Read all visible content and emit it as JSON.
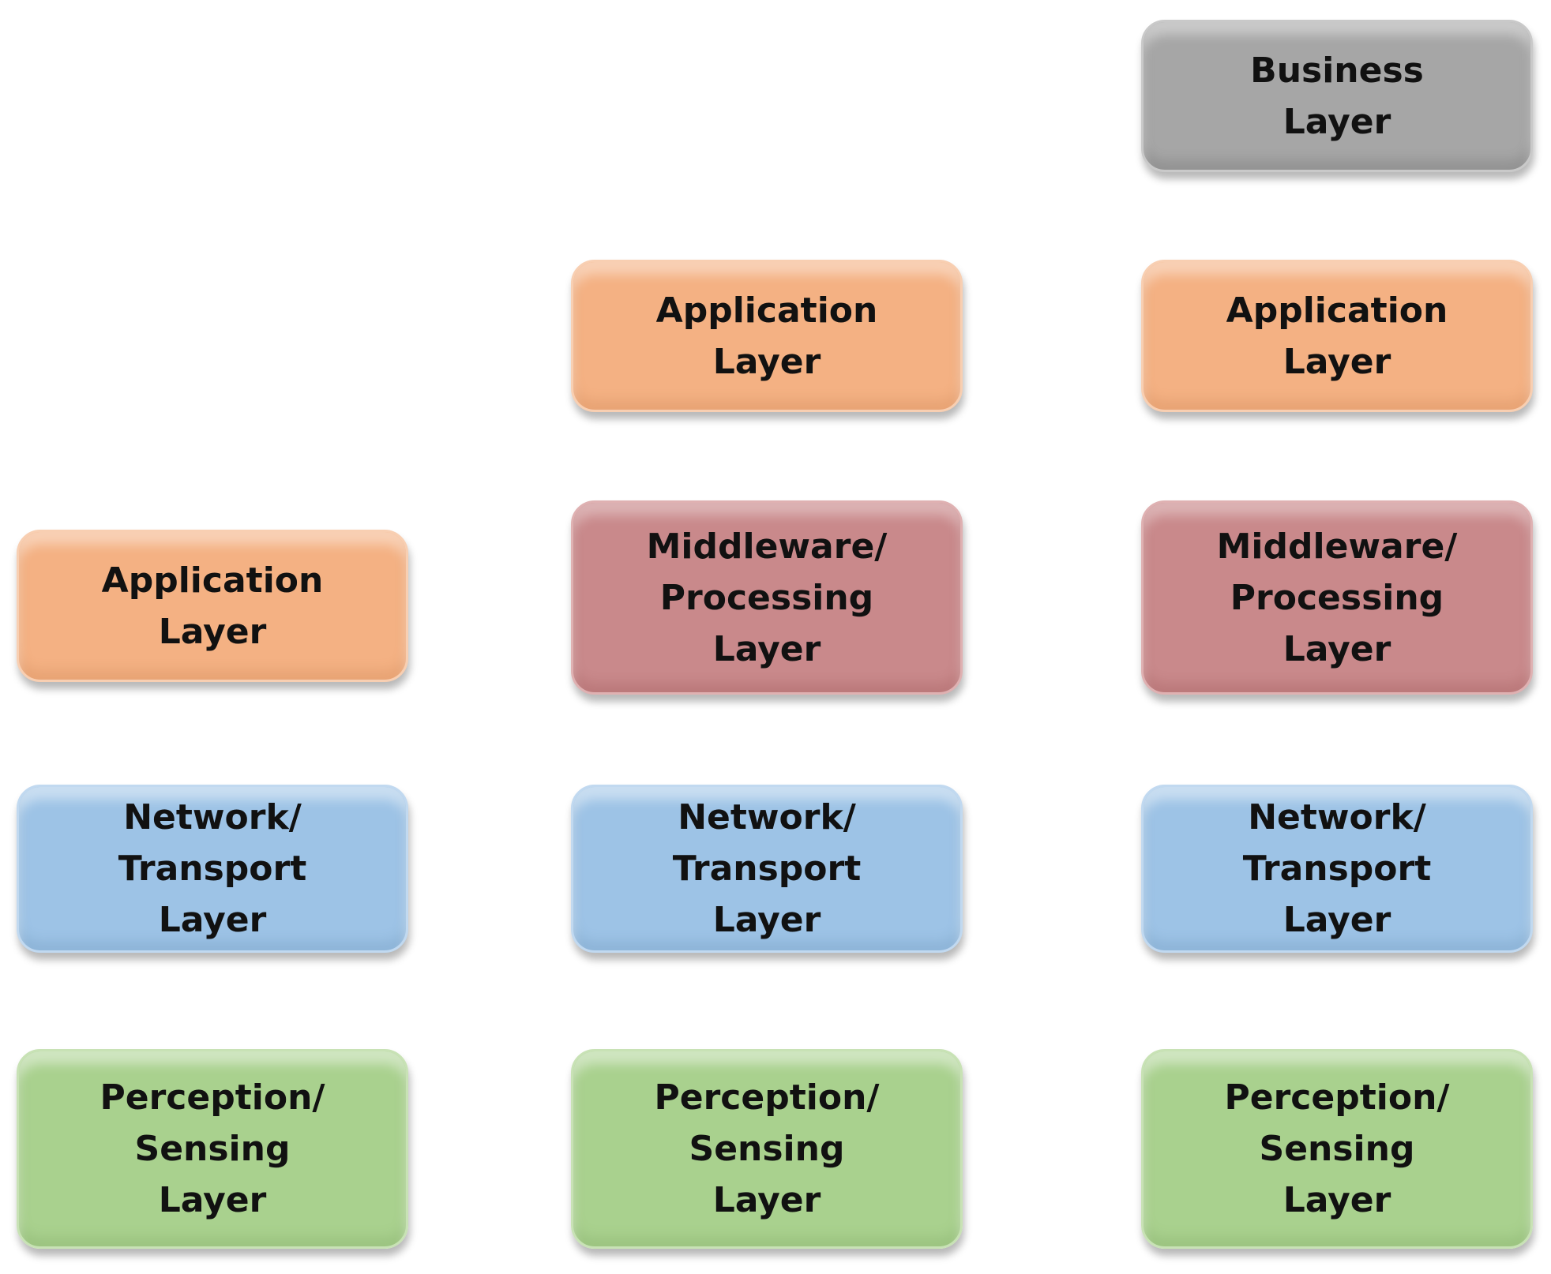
{
  "colors": {
    "perception": "#a9d18e",
    "network": "#9dc3e6",
    "application": "#f4b183",
    "middleware": "#c9898b",
    "business": "#a6a6a6"
  },
  "columns": [
    {
      "layers": [
        {
          "kind": "application",
          "lines": [
            "Application",
            "Layer"
          ]
        },
        {
          "kind": "network",
          "lines": [
            "Network/",
            "Transport",
            "Layer"
          ]
        },
        {
          "kind": "perception",
          "lines": [
            "Perception/",
            "Sensing",
            "Layer"
          ]
        }
      ]
    },
    {
      "layers": [
        {
          "kind": "application",
          "lines": [
            "Application",
            "Layer"
          ]
        },
        {
          "kind": "middleware",
          "lines": [
            "Middleware/",
            "Processing",
            "Layer"
          ]
        },
        {
          "kind": "network",
          "lines": [
            "Network/",
            "Transport",
            "Layer"
          ]
        },
        {
          "kind": "perception",
          "lines": [
            "Perception/",
            "Sensing",
            "Layer"
          ]
        }
      ]
    },
    {
      "layers": [
        {
          "kind": "business",
          "lines": [
            "Business",
            "Layer"
          ]
        },
        {
          "kind": "application",
          "lines": [
            "Application",
            "Layer"
          ]
        },
        {
          "kind": "middleware",
          "lines": [
            "Middleware/",
            "Processing",
            "Layer"
          ]
        },
        {
          "kind": "network",
          "lines": [
            "Network/",
            "Transport",
            "Layer"
          ]
        },
        {
          "kind": "perception",
          "lines": [
            "Perception/",
            "Sensing",
            "Layer"
          ]
        }
      ]
    }
  ]
}
